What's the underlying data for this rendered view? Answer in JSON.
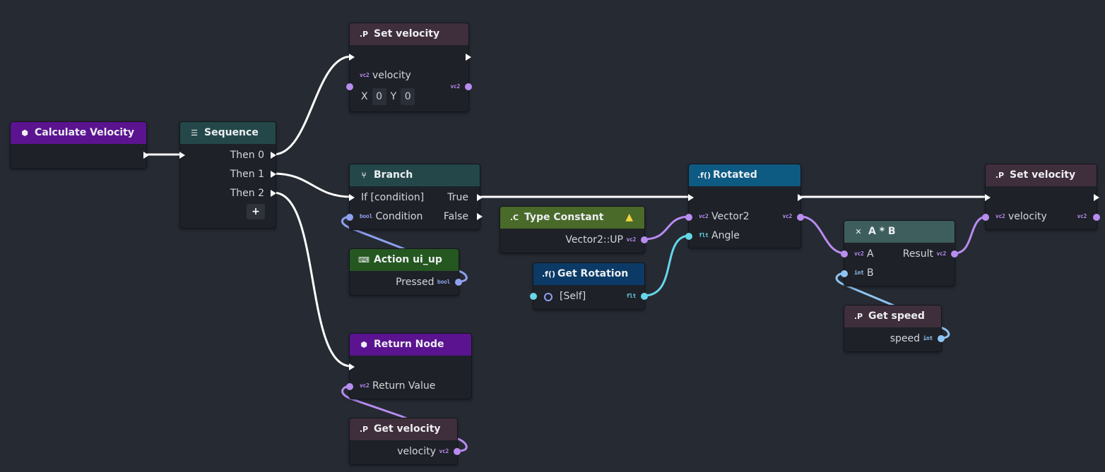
{
  "colors": {
    "canvas": "#262a33",
    "node_body": "#1e2128",
    "header_function": "#5b1390",
    "header_flow": "#24484a",
    "header_property": "#3f2e3b",
    "header_method": "#0d5a83",
    "header_method_dark": "#0c3a66",
    "header_constant": "#4a6a2a",
    "header_action": "#255720",
    "header_operator": "#3d5e5c",
    "wire_exec": "#ffffff",
    "wire_vector2": "#b88cf0",
    "wire_bool": "#8fa1ee",
    "wire_float": "#66d6e8",
    "wire_int": "#8ec4f2",
    "warning": "#f5d140"
  },
  "nodes": {
    "calculate_velocity": {
      "icon": "cube-icon",
      "title": "Calculate Velocity"
    },
    "sequence": {
      "icon": "list-icon",
      "title": "Sequence",
      "outputs": [
        "Then 0",
        "Then 1",
        "Then 2"
      ],
      "add_label": "+"
    },
    "set_velocity_1": {
      "icon": "property-icon",
      "icon_text": ".P",
      "title": "Set velocity",
      "pin_label": "velocity",
      "pin_type": "vc2",
      "out_type": "vc2",
      "x_label": "X",
      "x_value": "0",
      "y_label": "Y",
      "y_value": "0"
    },
    "branch": {
      "icon": "branch-icon",
      "title": "Branch",
      "in_label": "If [condition]",
      "cond_type": "bool",
      "cond_label": "Condition",
      "true_label": "True",
      "false_label": "False"
    },
    "action_ui_up": {
      "icon": "gamepad-icon",
      "title": "Action ui_up",
      "out_label": "Pressed",
      "out_type": "bool"
    },
    "return_node": {
      "icon": "cube-icon",
      "title": "Return Node",
      "pin_type": "vc2",
      "pin_label": "Return Value"
    },
    "get_velocity": {
      "icon": "property-icon",
      "icon_text": ".P",
      "title": "Get velocity",
      "out_label": "velocity",
      "out_type": "vc2"
    },
    "type_constant": {
      "icon": "constant-icon",
      "icon_text": ".C",
      "title": "Type Constant",
      "warning_icon": "warning-icon",
      "out_label": "Vector2::UP",
      "out_type": "vc2"
    },
    "get_rotation": {
      "icon": "function-icon",
      "icon_text": ".f()",
      "title": "Get Rotation",
      "in_label": "[Self]",
      "out_type": "flt"
    },
    "rotated": {
      "icon": "function-icon",
      "icon_text": ".f()",
      "title": "Rotated",
      "in1_type": "vc2",
      "in1_label": "Vector2",
      "out_type": "vc2",
      "in2_type": "flt",
      "in2_label": "Angle"
    },
    "multiply": {
      "icon": "operator-icon",
      "title": "A * B",
      "a_type": "vc2",
      "a_label": "A",
      "result_label": "Result",
      "result_type": "vc2",
      "b_type": "int",
      "b_label": "B"
    },
    "get_speed": {
      "icon": "property-icon",
      "icon_text": ".P",
      "title": "Get speed",
      "out_label": "speed",
      "out_type": "int"
    },
    "set_velocity_2": {
      "icon": "property-icon",
      "icon_text": ".P",
      "title": "Set velocity",
      "pin_type": "vc2",
      "pin_label": "velocity",
      "out_type": "vc2"
    }
  }
}
